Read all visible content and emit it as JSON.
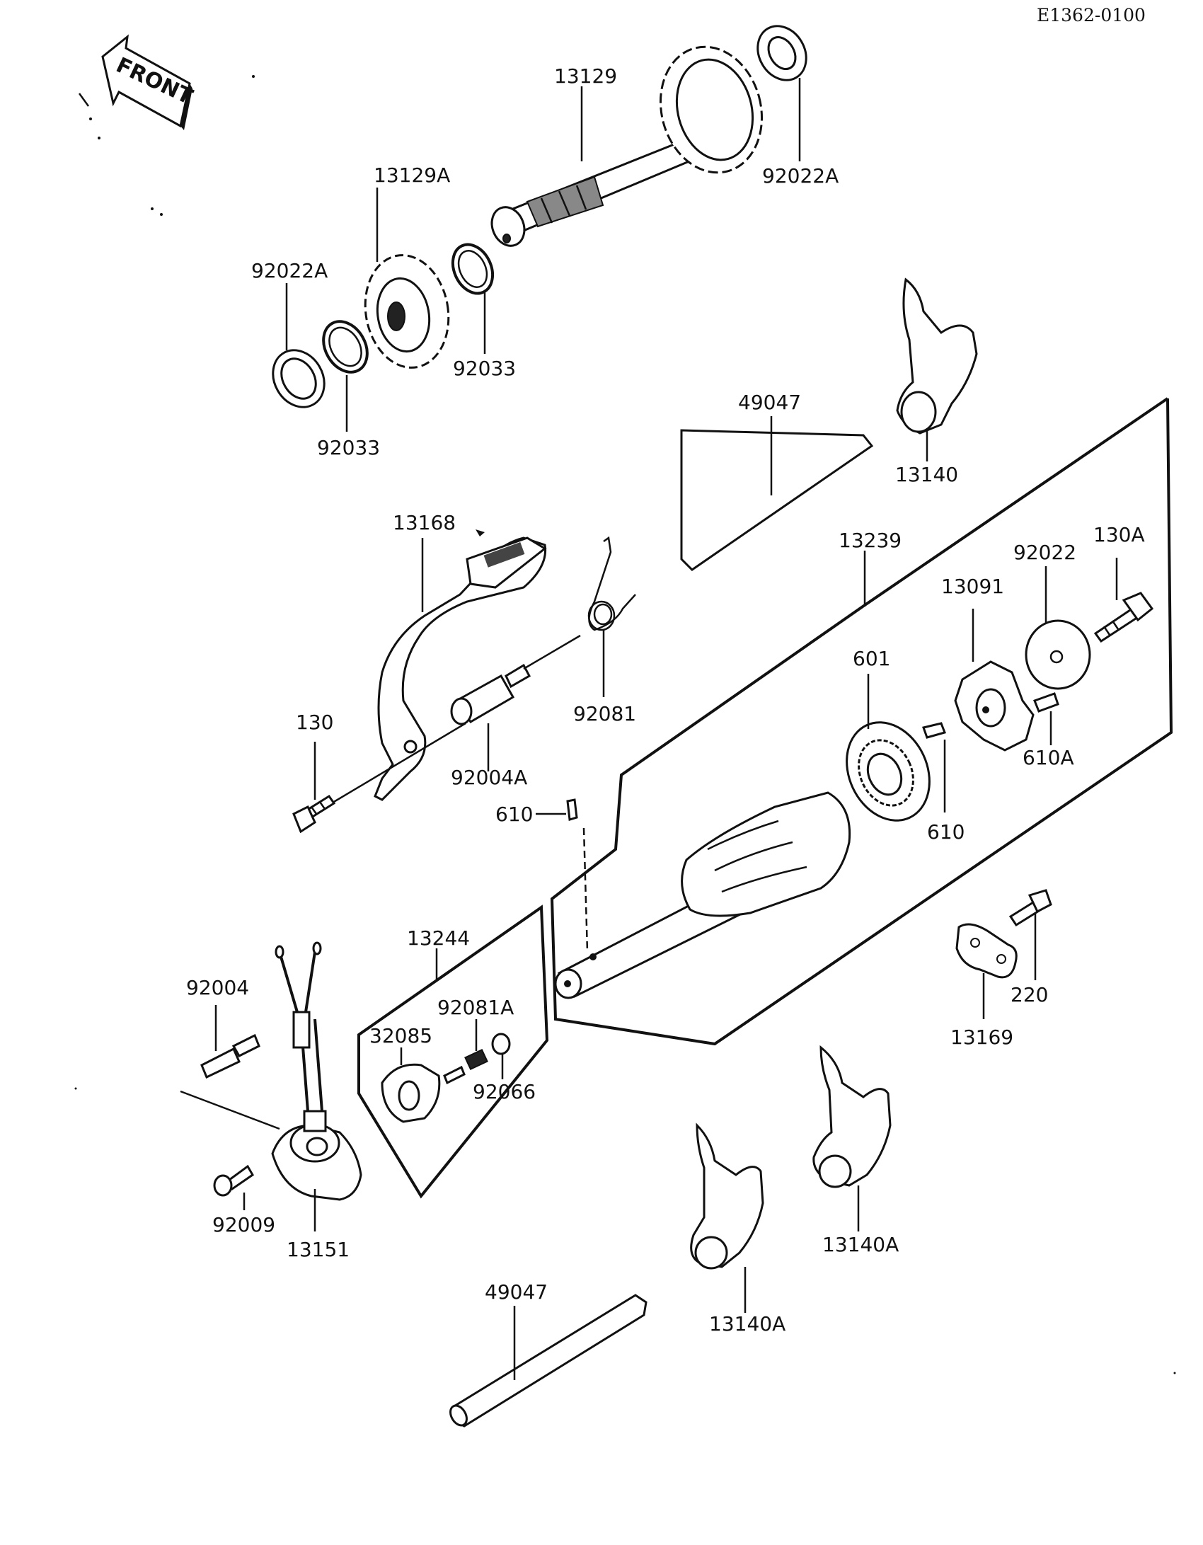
{
  "reference_code": "E1362-0100",
  "front_label": "FRONT",
  "part_labels": {
    "p13129": "13129",
    "p92022A_top": "92022A",
    "p13129A": "13129A",
    "p92022A_left": "92022A",
    "p92033_right": "92033",
    "p92033_left": "92033",
    "p49047_top": "49047",
    "p13140": "13140",
    "p13168": "13168",
    "p13239": "13239",
    "p92022": "92022",
    "p130A": "130A",
    "p13091": "13091",
    "p601": "601",
    "p92081": "92081",
    "p130": "130",
    "p92004A": "92004A",
    "p610A": "610A",
    "p610_left": "610",
    "p610_right": "610",
    "p13244": "13244",
    "p92081A": "92081A",
    "p32085": "32085",
    "p92066": "92066",
    "p92004": "92004",
    "p220": "220",
    "p13169": "13169",
    "p92009": "92009",
    "p13151": "13151",
    "p13140A_right": "13140A",
    "p13140A_left": "13140A",
    "p49047_bottom": "49047"
  }
}
